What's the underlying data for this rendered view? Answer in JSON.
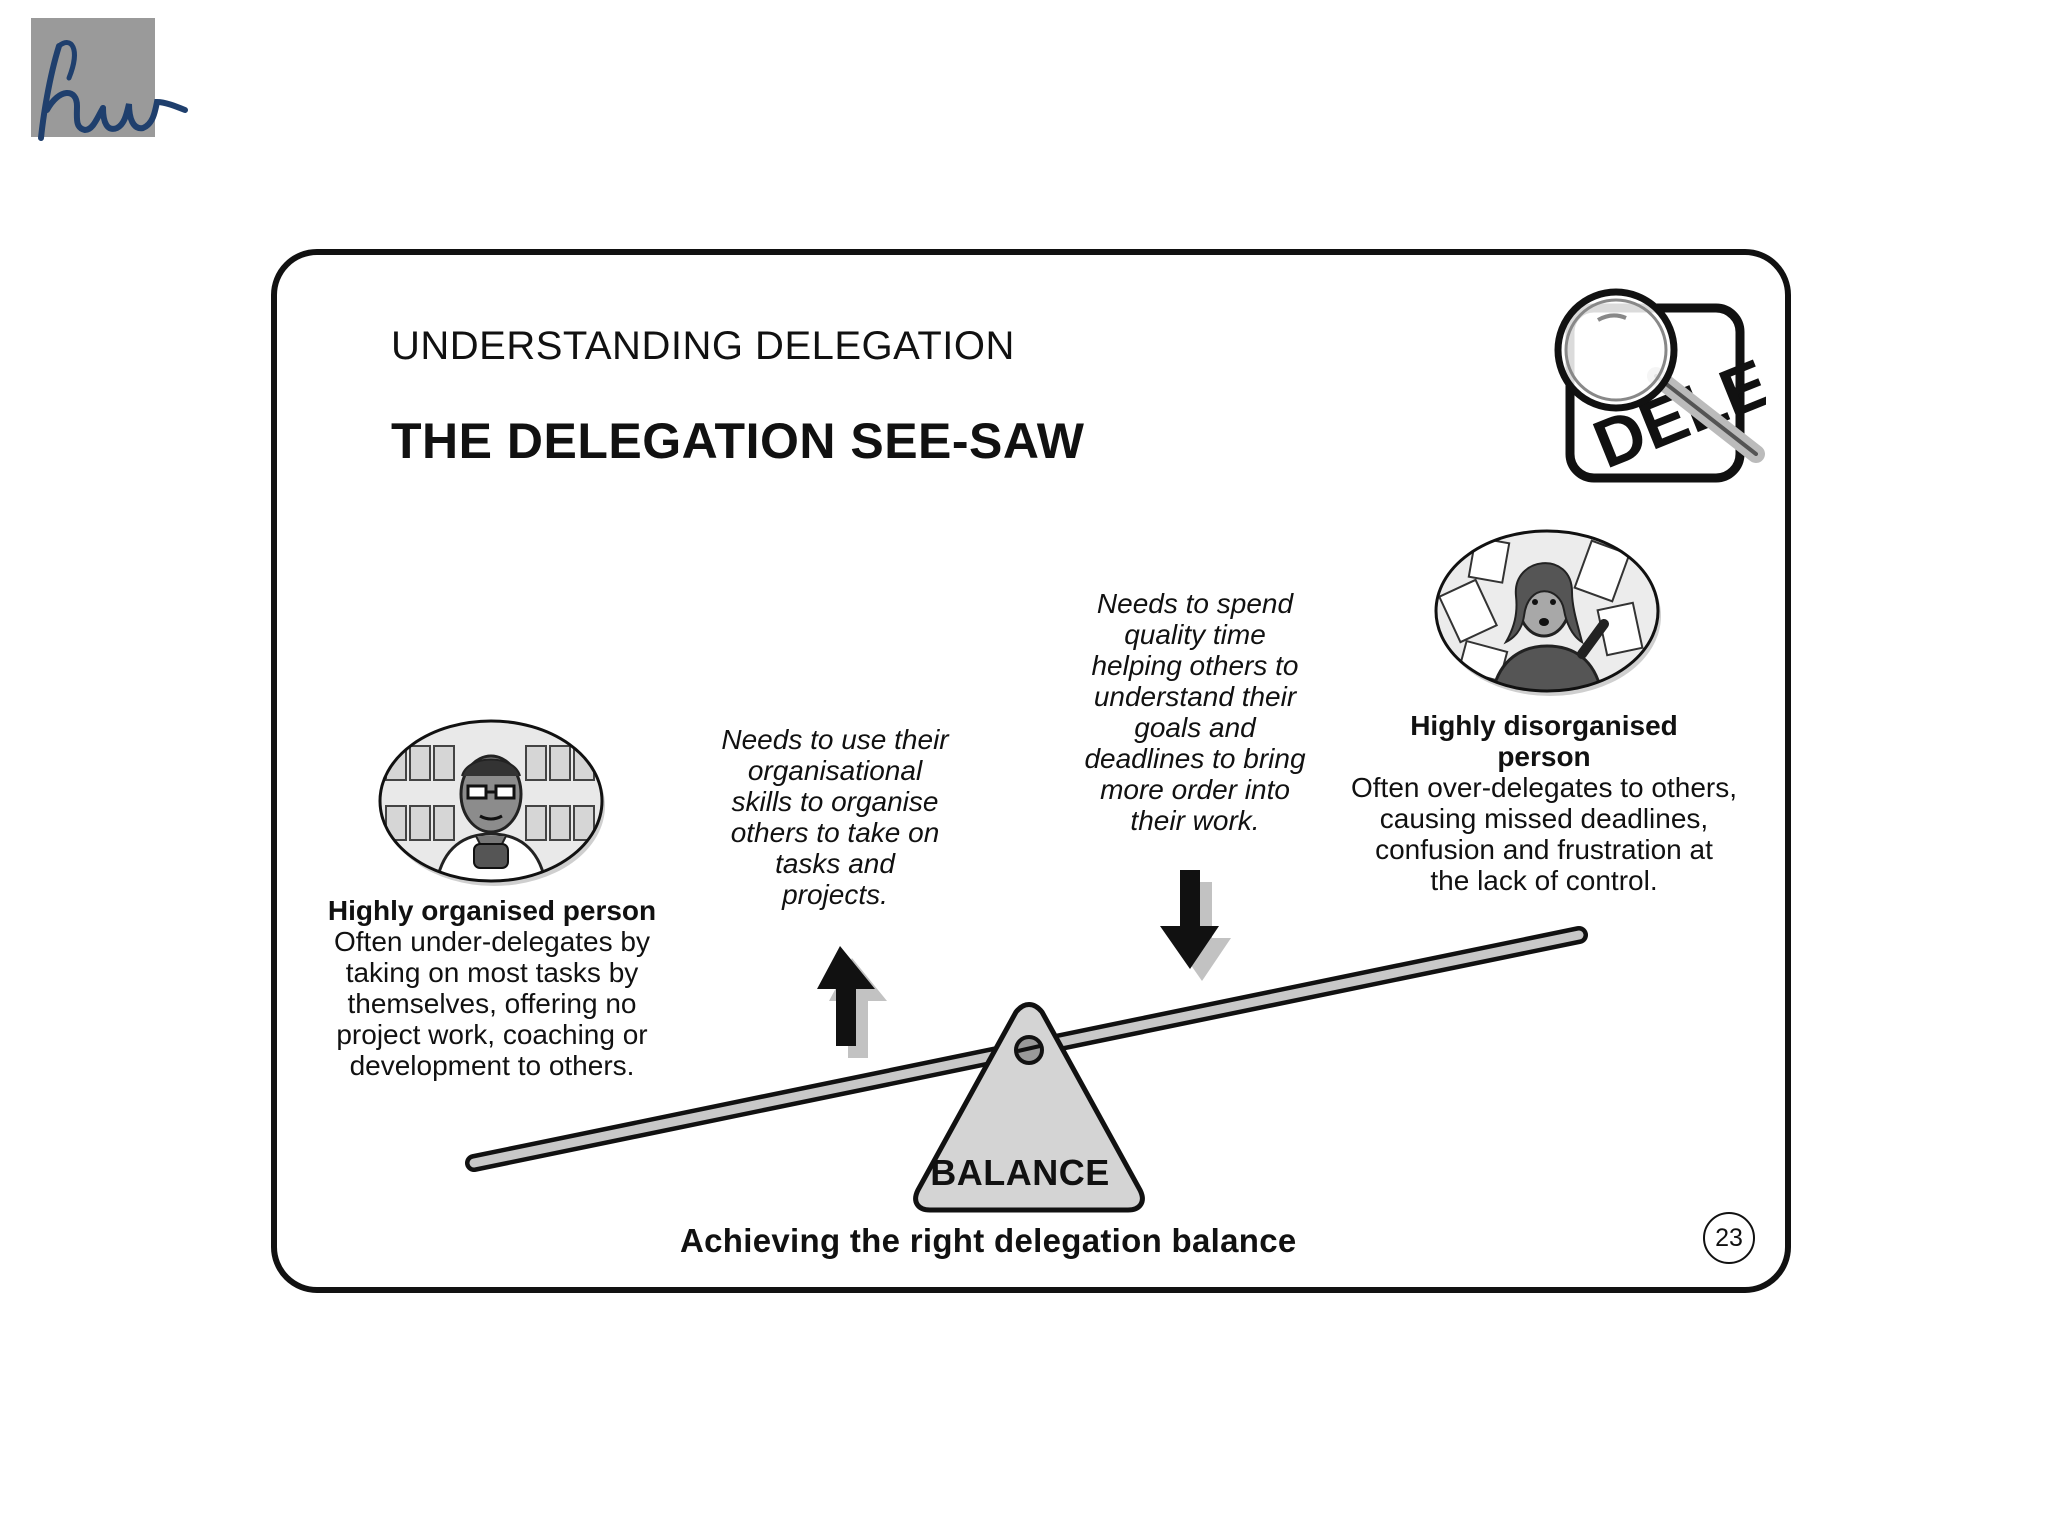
{
  "logo": {
    "text": "hw",
    "icon": "hw-logo"
  },
  "slide": {
    "subtitle": "UNDERSTANDING DELEGATION",
    "title": "THE DELEGATION SEE-SAW",
    "corner_icon": "magnifying-glass-icon",
    "corner_icon_text": "DELE"
  },
  "left_person": {
    "heading": "Highly organised person",
    "lines": [
      "Often under-delegates by",
      "taking on most tasks by",
      "themselves, offering no",
      "project work, coaching or",
      "development to others."
    ],
    "portrait": "organised-man-portrait"
  },
  "right_person": {
    "heading_lines": [
      "Highly disorganised",
      "person"
    ],
    "lines": [
      "Often over-delegates to others,",
      "causing missed deadlines,",
      "confusion and frustration at",
      "the lack of control."
    ],
    "portrait": "disorganised-woman-portrait"
  },
  "up_note": {
    "lines": [
      "Needs to use their",
      "organisational",
      "skills to organise",
      "others to take on",
      "tasks and",
      "projects."
    ],
    "icon": "arrow-up-icon"
  },
  "down_note": {
    "lines": [
      "Needs to spend",
      "quality time",
      "helping others to",
      "understand their",
      "goals and",
      "deadlines to bring",
      "more order into",
      "their work."
    ],
    "icon": "arrow-down-icon"
  },
  "seesaw": {
    "fulcrum_label": "BALANCE"
  },
  "caption": "Achieving the right delegation balance",
  "page_number": "23"
}
